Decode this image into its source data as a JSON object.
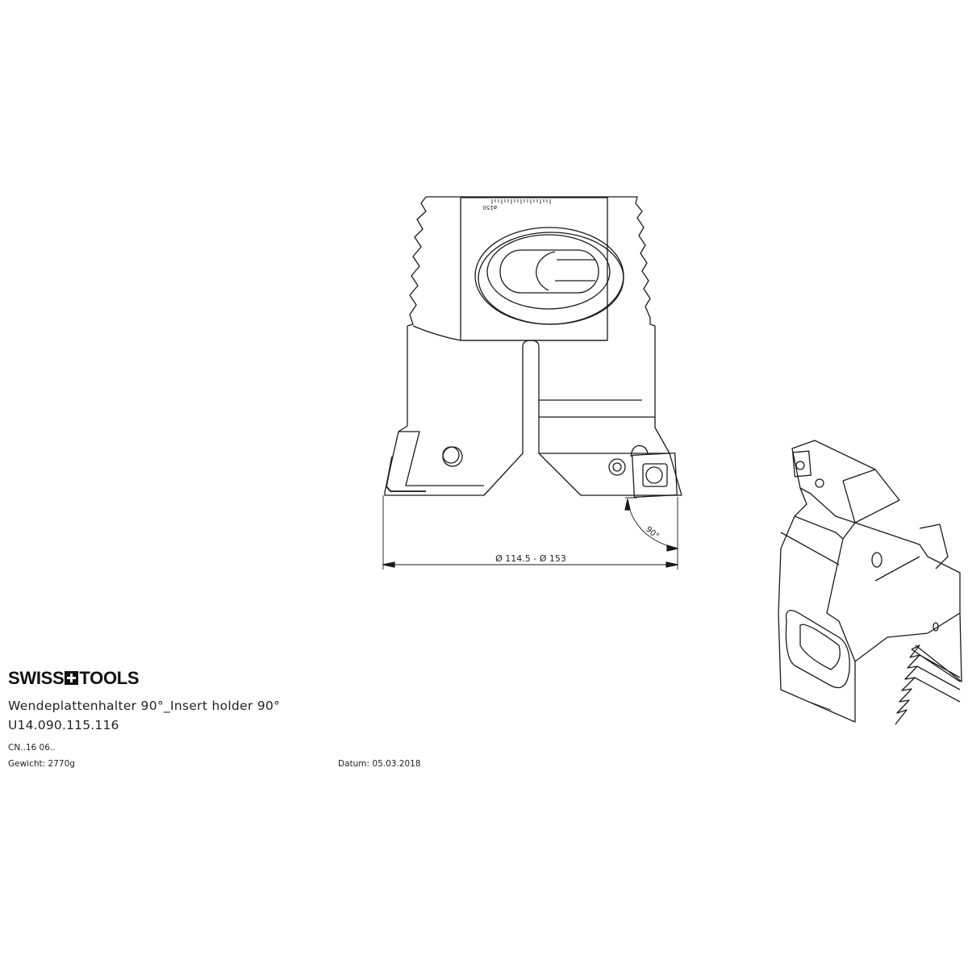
{
  "titleblock": {
    "logo_text": "SWISS+TOOLS",
    "logo_left": "SWISS",
    "logo_right": "TOOLS",
    "title": "Wendeplattenhalter 90°_Insert holder 90°",
    "part_number": "U14.090.115.116",
    "insert_code": "CN..16 06..",
    "weight": "Gewicht: 2770g",
    "date": "Datum: 05.03.2018"
  },
  "front_view": {
    "scale_label": "ø150",
    "diameter_dimension": "Ø 114.5  -  Ø 153",
    "angle_dimension": "90°"
  },
  "colors": {
    "line": "#1a1a1a",
    "background": "#ffffff"
  }
}
